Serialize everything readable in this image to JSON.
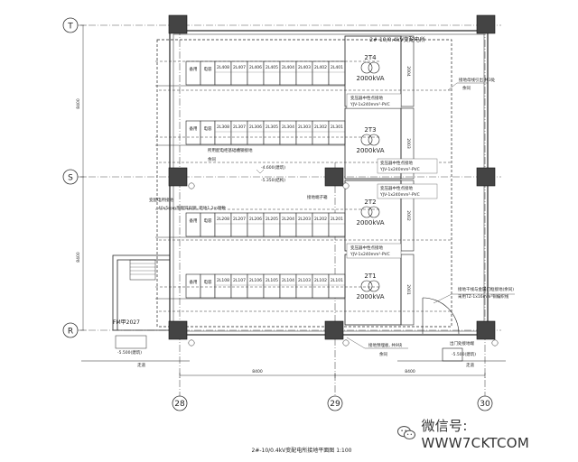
{
  "drawing": {
    "title": "2#-10/0.4kV变配电所接地平面图 1:100",
    "axes_rows": [
      "T",
      "S",
      "R"
    ],
    "axes_cols": [
      "28",
      "29",
      "30"
    ],
    "dim_vertical_top": "8400",
    "dim_vertical_bottom": "8400",
    "dim_horizontal_left": "8400",
    "dim_horizontal_right": "8400",
    "top_note": "2# 10/0.4kV变配电所",
    "transformers": [
      {
        "id": "2T4",
        "rating": "2000kVA",
        "unit": "2004"
      },
      {
        "id": "2T3",
        "rating": "2000kVA",
        "unit": "2003"
      },
      {
        "id": "2T2",
        "rating": "2000kVA",
        "unit": "2002"
      },
      {
        "id": "2T1",
        "rating": "2000kVA",
        "unit": "2001"
      }
    ],
    "cable_notes": [
      {
        "label": "变压器中性点接地",
        "cable": "YJV-1x240mm²-PVC"
      },
      {
        "label": "变压器中性点接地",
        "cable": "YJV-1x240mm²-PVC"
      },
      {
        "label": "变压器中性点接地",
        "cable": "YJV-1x240mm²-PVC"
      },
      {
        "label": "变压器中性点接地",
        "cable": "YJV-1x240mm²-PVC"
      }
    ],
    "panel_rows": [
      {
        "ids": [
          "2L408",
          "2L407",
          "2L406",
          "2L405",
          "2L404",
          "2L403",
          "2L402",
          "2L401"
        ]
      },
      {
        "ids": [
          "2L308",
          "2L307",
          "2L306",
          "2L305",
          "2L304",
          "2L303",
          "2L302",
          "2L301"
        ]
      },
      {
        "ids": [
          "2L208",
          "2L207",
          "2L206",
          "2L205",
          "2L204",
          "2L203",
          "2L202",
          "2L201"
        ]
      },
      {
        "ids": [
          "2L108",
          "2L107",
          "2L106",
          "2L105",
          "2L104",
          "2L103",
          "2L102",
          "2L101"
        ]
      }
    ],
    "row_prefix": [
      "备用",
      "电容"
    ],
    "annotations": {
      "right_top_1": "接地母线引出 共3处",
      "right_top_2": "余同",
      "mid_note_1": "所用配电柜基础槽钢接地",
      "mid_note_2": "余同",
      "level_1": "-4.600(建筑)",
      "level_2": "-5.350(结构)",
      "flat_steel": "40x5mm热镀锌扁钢, 距地1.2m明敷",
      "busbar_left": "变配电所接地",
      "busbar_mid": "接地端子箱",
      "right_low_1": "接地干线与金属门框接地(余同)",
      "right_low_2": "采用TZ-1x16mm²铜编织线",
      "pe_note": "接地预埋板, 共9块",
      "pe_note_2": "余同",
      "door_label": "FM甲2027",
      "left_level": "-5.500(建筑)",
      "right_level": "-5.500(建筑)",
      "corridor_left": "走道",
      "corridor_right": "走道",
      "door_right": "出门处接地端",
      "dim_bottom_1": "8400",
      "dim_bottom_2": "8400"
    }
  },
  "watermark": {
    "icon": "wechat-icon",
    "text": "微信号: WWW7CKTCOM"
  }
}
